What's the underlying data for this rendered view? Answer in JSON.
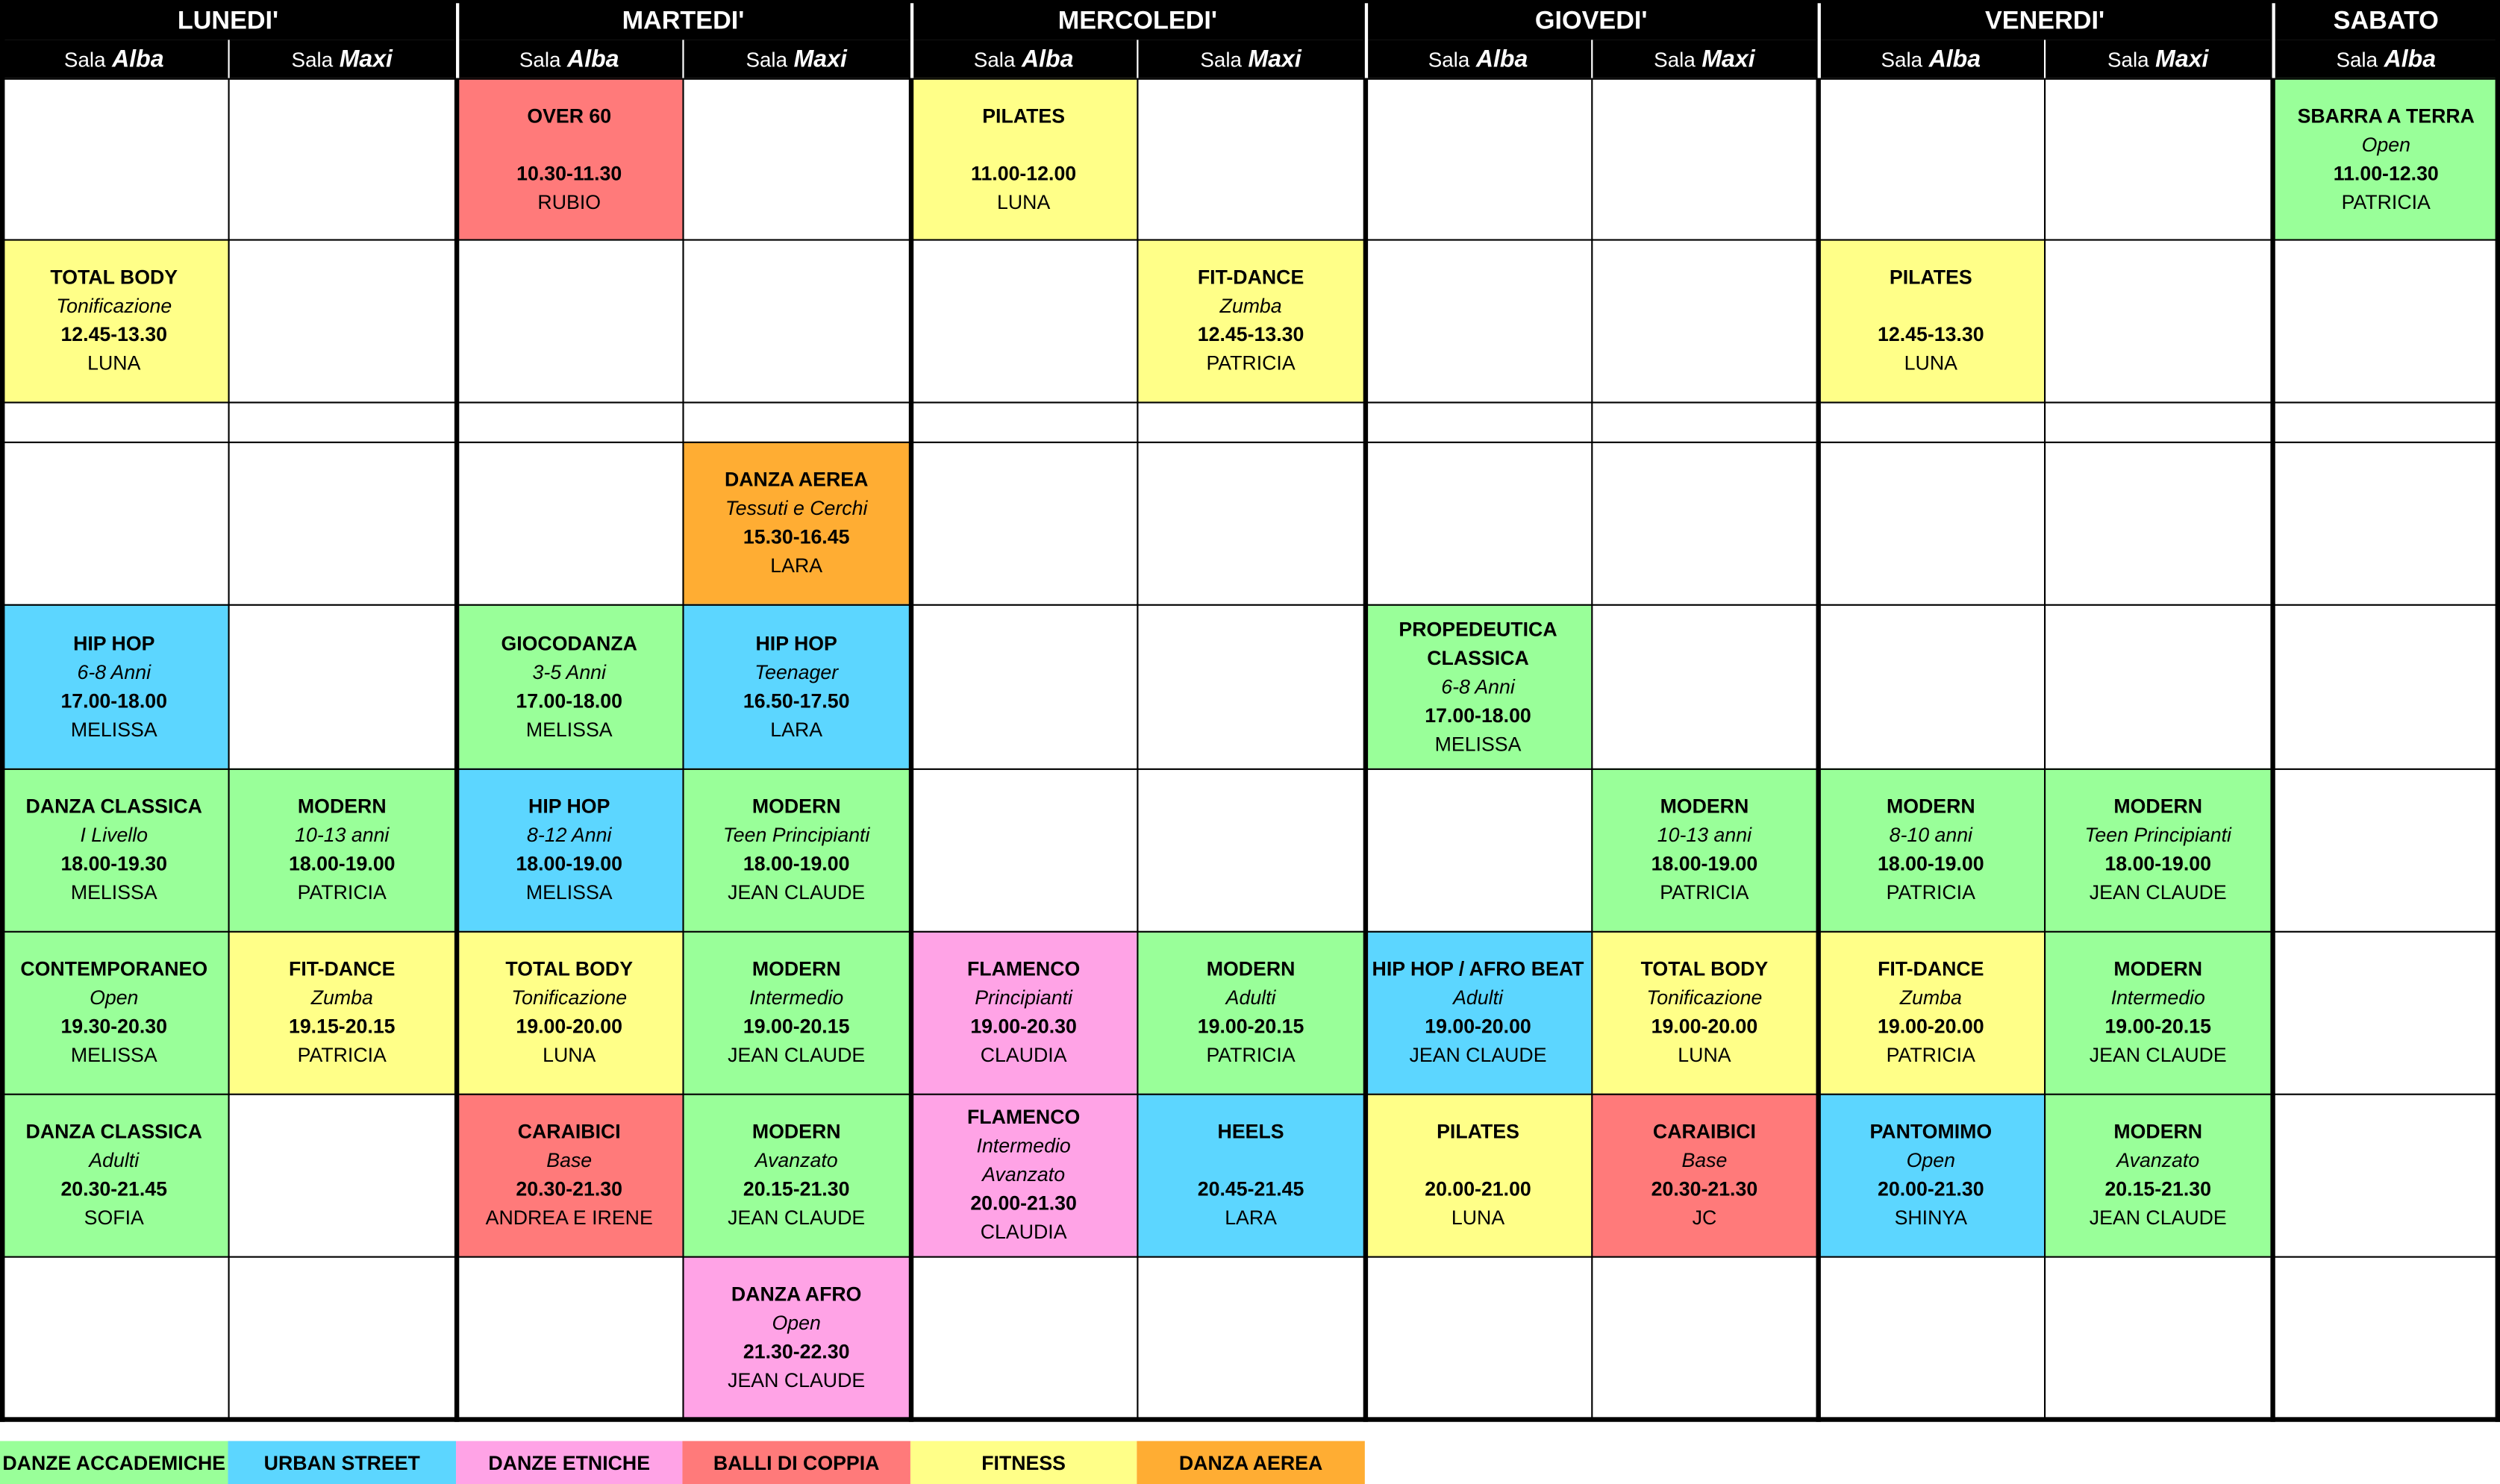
{
  "colors": {
    "accademiche": "#99ff99",
    "urban": "#5cd6ff",
    "etniche": "#ffa3e6",
    "coppia": "#ff7a7a",
    "fitness": "#ffff88",
    "aerea": "#ffad33"
  },
  "days": [
    {
      "name": "LUNEDI'"
    },
    {
      "name": "MARTEDI'"
    },
    {
      "name": "MERCOLEDI'"
    },
    {
      "name": "GIOVEDI'"
    },
    {
      "name": "VENERDI'"
    },
    {
      "name": "SABATO"
    }
  ],
  "rooms": {
    "prefix": "Sala",
    "alba": "Alba",
    "maxi": "Maxi"
  },
  "classes": [
    {
      "col": 2,
      "row": 0,
      "cat": "coppia",
      "title": "OVER 60",
      "sub": "",
      "time": "10.30-11.30",
      "instr": "RUBIO"
    },
    {
      "col": 4,
      "row": 0,
      "cat": "fitness",
      "title": "PILATES",
      "sub": "",
      "time": "11.00-12.00",
      "instr": "LUNA"
    },
    {
      "col": 10,
      "row": 0,
      "cat": "accademiche",
      "title": "SBARRA A TERRA",
      "sub": "Open",
      "time": "11.00-12.30",
      "instr": "PATRICIA"
    },
    {
      "col": 0,
      "row": 1,
      "cat": "fitness",
      "title": "TOTAL BODY",
      "sub": "Tonificazione",
      "time": "12.45-13.30",
      "instr": "LUNA"
    },
    {
      "col": 5,
      "row": 1,
      "cat": "fitness",
      "title": "FIT-DANCE",
      "sub": "Zumba",
      "time": "12.45-13.30",
      "instr": "PATRICIA"
    },
    {
      "col": 8,
      "row": 1,
      "cat": "fitness",
      "title": "PILATES",
      "sub": "",
      "time": "12.45-13.30",
      "instr": "LUNA"
    },
    {
      "col": 3,
      "row": 3,
      "cat": "aerea",
      "title": "DANZA AEREA",
      "sub": "Tessuti e Cerchi",
      "time": "15.30-16.45",
      "instr": "LARA"
    },
    {
      "col": 0,
      "row": 4,
      "cat": "urban",
      "title": "HIP HOP",
      "sub": "6-8 Anni",
      "time": "17.00-18.00",
      "instr": "MELISSA"
    },
    {
      "col": 2,
      "row": 4,
      "cat": "accademiche",
      "title": "GIOCODANZA",
      "sub": "3-5 Anni",
      "time": "17.00-18.00",
      "instr": "MELISSA"
    },
    {
      "col": 3,
      "row": 4,
      "cat": "urban",
      "title": "HIP HOP",
      "sub": "Teenager",
      "time": "16.50-17.50",
      "instr": "LARA"
    },
    {
      "col": 6,
      "row": 4,
      "cat": "accademiche",
      "title": "PROPEDEUTICA",
      "title2": "CLASSICA",
      "sub": "6-8 Anni",
      "time": "17.00-18.00",
      "instr": "MELISSA"
    },
    {
      "col": 0,
      "row": 5,
      "cat": "accademiche",
      "title": "DANZA CLASSICA",
      "sub": "I Livello",
      "time": "18.00-19.30",
      "instr": "MELISSA"
    },
    {
      "col": 1,
      "row": 5,
      "cat": "accademiche",
      "title": "MODERN",
      "sub": "10-13 anni",
      "time": "18.00-19.00",
      "instr": "PATRICIA"
    },
    {
      "col": 2,
      "row": 5,
      "cat": "urban",
      "title": "HIP HOP",
      "sub": "8-12 Anni",
      "time": "18.00-19.00",
      "instr": "MELISSA"
    },
    {
      "col": 3,
      "row": 5,
      "cat": "accademiche",
      "title": "MODERN",
      "sub": "Teen Principianti",
      "time": "18.00-19.00",
      "instr": "JEAN CLAUDE"
    },
    {
      "col": 7,
      "row": 5,
      "cat": "accademiche",
      "title": "MODERN",
      "sub": "10-13 anni",
      "time": "18.00-19.00",
      "instr": "PATRICIA"
    },
    {
      "col": 8,
      "row": 5,
      "cat": "accademiche",
      "title": "MODERN",
      "sub": "8-10 anni",
      "time": "18.00-19.00",
      "instr": "PATRICIA"
    },
    {
      "col": 9,
      "row": 5,
      "cat": "accademiche",
      "title": "MODERN",
      "sub": "Teen Principianti",
      "time": "18.00-19.00",
      "instr": "JEAN CLAUDE"
    },
    {
      "col": 0,
      "row": 6,
      "cat": "accademiche",
      "title": "CONTEMPORANEO",
      "sub": "Open",
      "time": "19.30-20.30",
      "instr": "MELISSA"
    },
    {
      "col": 1,
      "row": 6,
      "cat": "fitness",
      "title": "FIT-DANCE",
      "sub": "Zumba",
      "time": "19.15-20.15",
      "instr": "PATRICIA"
    },
    {
      "col": 2,
      "row": 6,
      "cat": "fitness",
      "title": "TOTAL BODY",
      "sub": "Tonificazione",
      "time": "19.00-20.00",
      "instr": "LUNA"
    },
    {
      "col": 3,
      "row": 6,
      "cat": "accademiche",
      "title": "MODERN",
      "sub": "Intermedio",
      "time": "19.00-20.15",
      "instr": "JEAN CLAUDE"
    },
    {
      "col": 4,
      "row": 6,
      "cat": "etniche",
      "title": "FLAMENCO",
      "sub": "Principianti",
      "time": "19.00-20.30",
      "instr": "CLAUDIA"
    },
    {
      "col": 5,
      "row": 6,
      "cat": "accademiche",
      "title": "MODERN",
      "sub": "Adulti",
      "time": "19.00-20.15",
      "instr": "PATRICIA"
    },
    {
      "col": 6,
      "row": 6,
      "cat": "urban",
      "title": "HIP HOP / AFRO BEAT",
      "sub": "Adulti",
      "time": "19.00-20.00",
      "instr": "JEAN CLAUDE"
    },
    {
      "col": 7,
      "row": 6,
      "cat": "fitness",
      "title": "TOTAL BODY",
      "sub": "Tonificazione",
      "time": "19.00-20.00",
      "instr": "LUNA"
    },
    {
      "col": 8,
      "row": 6,
      "cat": "fitness",
      "title": "FIT-DANCE",
      "sub": "Zumba",
      "time": "19.00-20.00",
      "instr": "PATRICIA"
    },
    {
      "col": 9,
      "row": 6,
      "cat": "accademiche",
      "title": "MODERN",
      "sub": "Intermedio",
      "time": "19.00-20.15",
      "instr": "JEAN CLAUDE"
    },
    {
      "col": 0,
      "row": 7,
      "cat": "accademiche",
      "title": "DANZA CLASSICA",
      "sub": "Adulti",
      "time": "20.30-21.45",
      "instr": "SOFIA"
    },
    {
      "col": 2,
      "row": 7,
      "cat": "coppia",
      "title": "CARAIBICI",
      "sub": "Base",
      "time": "20.30-21.30",
      "instr": "ANDREA E IRENE"
    },
    {
      "col": 3,
      "row": 7,
      "cat": "accademiche",
      "title": "MODERN",
      "sub": "Avanzato",
      "time": "20.15-21.30",
      "instr": "JEAN CLAUDE"
    },
    {
      "col": 4,
      "row": 7,
      "cat": "etniche",
      "title": "FLAMENCO",
      "sub": "Intermedio",
      "sub2": "Avanzato",
      "time": "20.00-21.30",
      "instr": "CLAUDIA"
    },
    {
      "col": 5,
      "row": 7,
      "cat": "urban",
      "title": "HEELS",
      "sub": "",
      "time": "20.45-21.45",
      "instr": "LARA"
    },
    {
      "col": 6,
      "row": 7,
      "cat": "fitness",
      "title": "PILATES",
      "sub": "",
      "time": "20.00-21.00",
      "instr": "LUNA"
    },
    {
      "col": 7,
      "row": 7,
      "cat": "coppia",
      "title": "CARAIBICI",
      "sub": "Base",
      "time": "20.30-21.30",
      "instr": "JC"
    },
    {
      "col": 8,
      "row": 7,
      "cat": "urban",
      "title": "PANTOMIMO",
      "sub": "Open",
      "time": "20.00-21.30",
      "instr": "SHINYA"
    },
    {
      "col": 9,
      "row": 7,
      "cat": "accademiche",
      "title": "MODERN",
      "sub": "Avanzato",
      "time": "20.15-21.30",
      "instr": "JEAN CLAUDE"
    },
    {
      "col": 3,
      "row": 8,
      "cat": "etniche",
      "title": "DANZA AFRO",
      "sub": "Open",
      "time": "21.30-22.30",
      "instr": "JEAN CLAUDE"
    }
  ],
  "legend": [
    {
      "cat": "accademiche",
      "label": "DANZE ACCADEMICHE"
    },
    {
      "cat": "urban",
      "label": "URBAN STREET"
    },
    {
      "cat": "etniche",
      "label": "DANZE ETNICHE"
    },
    {
      "cat": "coppia",
      "label": "BALLI DI COPPIA"
    },
    {
      "cat": "fitness",
      "label": "FITNESS"
    },
    {
      "cat": "aerea",
      "label": "DANZA AEREA"
    }
  ]
}
